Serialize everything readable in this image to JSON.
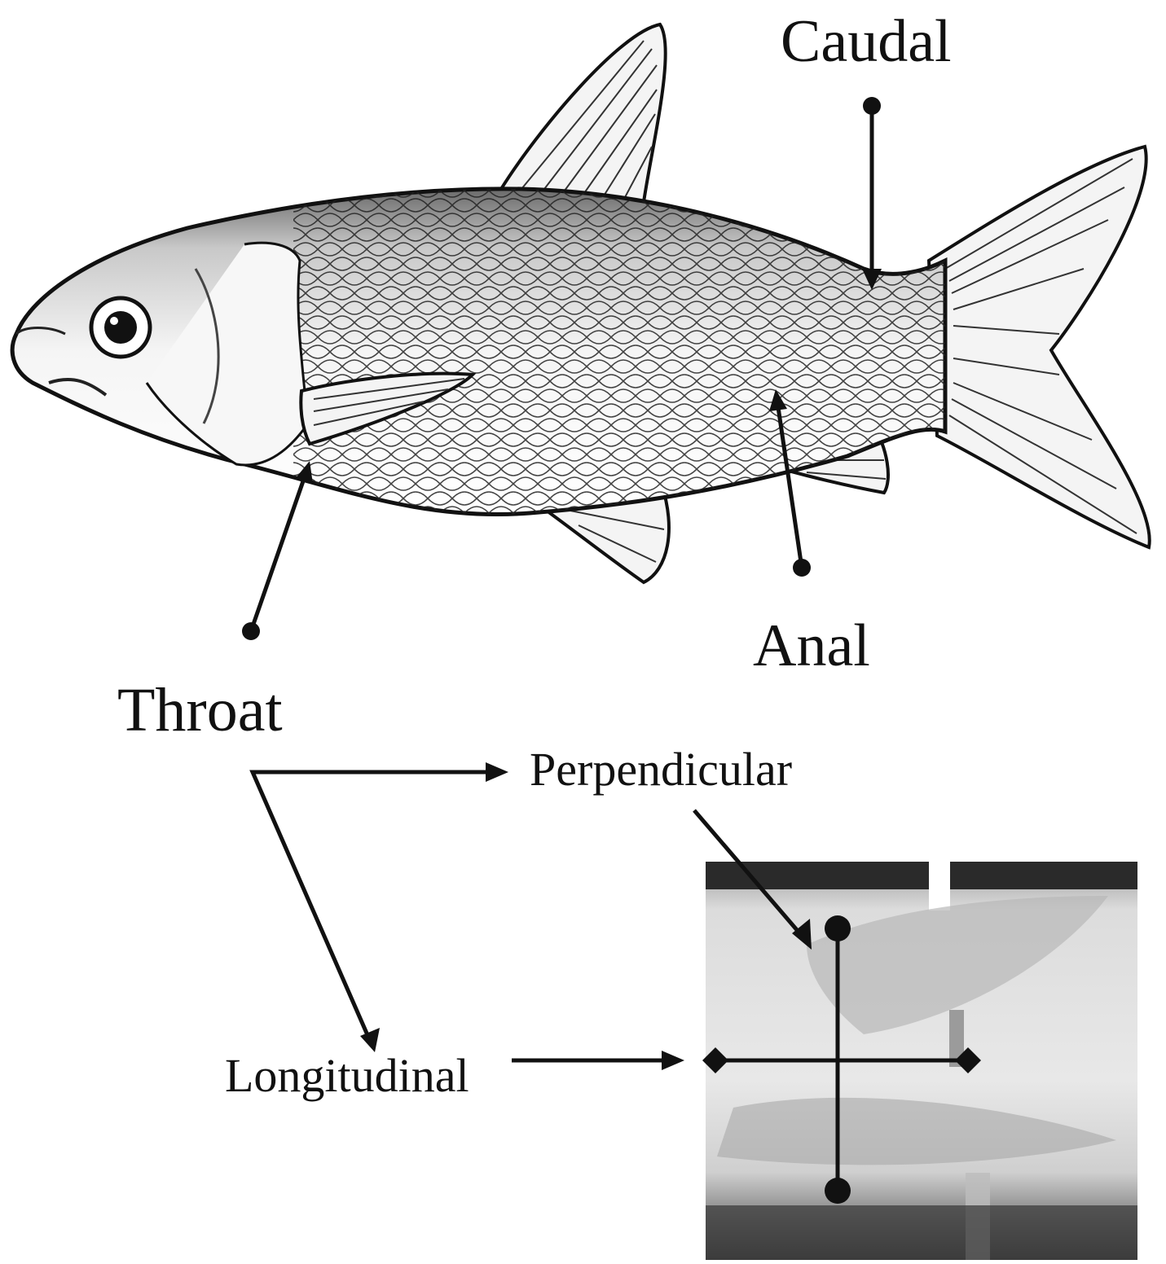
{
  "labels": {
    "caudal": "Caudal",
    "anal": "Anal",
    "throat": "Throat",
    "perpendicular": "Perpendicular",
    "longitudinal": "Longitudinal"
  },
  "colors": {
    "ink": "#111111",
    "background": "#ffffff",
    "photo_dark": "#3a3a3a",
    "photo_light": "#e4e4e4"
  },
  "icons": {
    "fish": "fish-illustration",
    "photo": "fish-cross-section-photo"
  }
}
